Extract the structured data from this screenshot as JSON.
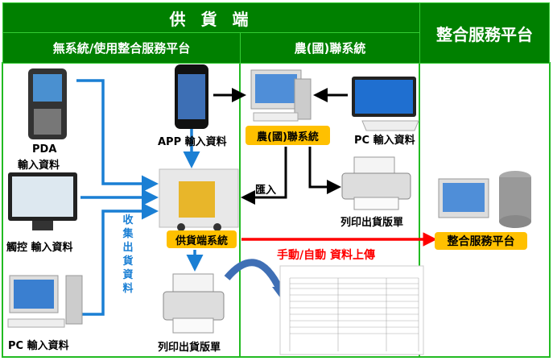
{
  "header": {
    "supplier": "供 貨 端",
    "platform": "整合服務平台",
    "col_no_system": "無系統/使用整合服務平台",
    "col_farm_system": "農(國)聯系統"
  },
  "left": {
    "pda": "PDA",
    "pda_input": "輸入資料",
    "touch": "觸控 輸入資料",
    "pc": "PC 輸入資料",
    "collect": "收集出貨資料"
  },
  "center": {
    "app": "APP 輸入資料",
    "supplier_system": "供貨端系統",
    "print": "列印出貨版單"
  },
  "farm": {
    "system": "農(國)聯系統",
    "pc": "PC 輸入資料",
    "import": "匯入",
    "print": "列印出貨版單"
  },
  "upload": "手動/自動 資料上傳",
  "platform": {
    "label": "整合服務平台"
  },
  "colors": {
    "green": "#008000",
    "yellow": "#ffc000",
    "blue": "#1a7fd4",
    "red": "#ff0000"
  }
}
